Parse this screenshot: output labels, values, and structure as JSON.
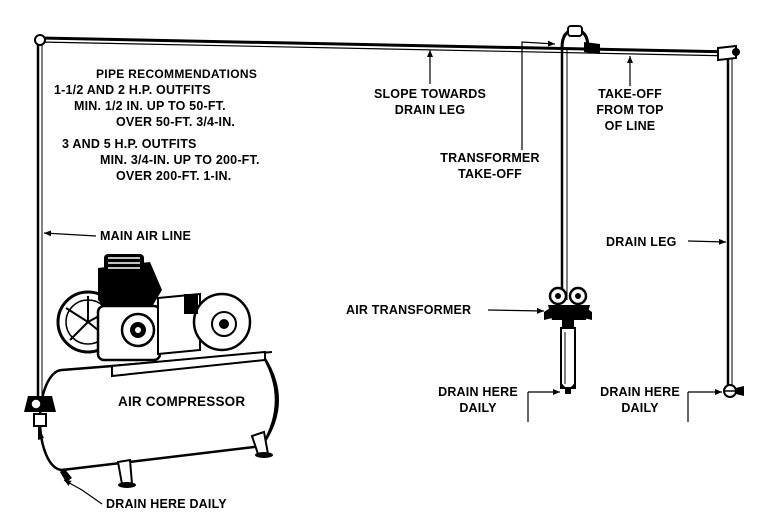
{
  "recommendations": {
    "title": "PIPE RECOMMENDATIONS",
    "lines": [
      "1-1/2 AND 2 H.P. OUTFITS",
      "MIN. 1/2 IN. UP TO 50-FT.",
      "OVER 50-FT. 3/4-IN.",
      "3 AND 5 H.P. OUTFITS",
      "MIN. 3/4-IN. UP TO 200-FT.",
      "OVER 200-FT. 1-IN."
    ]
  },
  "labels": {
    "slope": [
      "SLOPE TOWARDS",
      "DRAIN LEG"
    ],
    "takeoff_top": [
      "TAKE-OFF",
      "FROM TOP",
      "OF LINE"
    ],
    "transformer_takeoff": [
      "TRANSFORMER",
      "TAKE-OFF"
    ],
    "main_air_line": "MAIN AIR LINE",
    "drain_leg": "DRAIN LEG",
    "air_transformer": "AIR TRANSFORMER",
    "air_compressor": "AIR COMPRESSOR",
    "drain_daily_center": [
      "DRAIN HERE",
      "DAILY"
    ],
    "drain_daily_right": [
      "DRAIN HERE",
      "DAILY"
    ],
    "drain_daily_bottom": "DRAIN HERE DAILY"
  }
}
